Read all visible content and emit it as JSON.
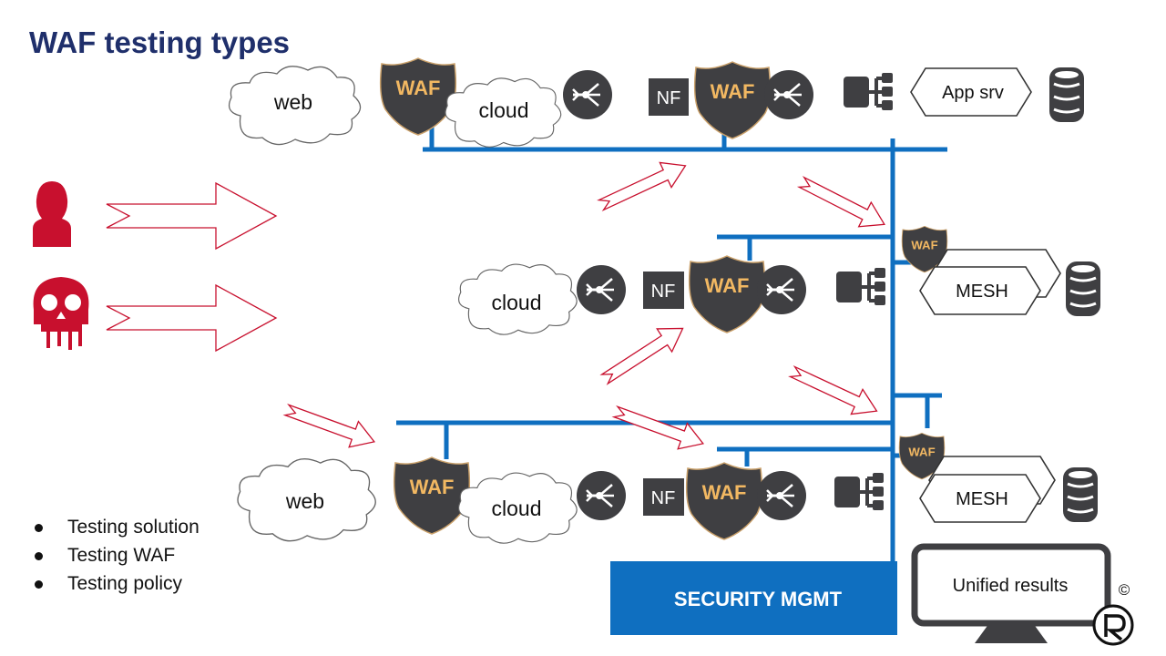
{
  "title": "WAF testing types",
  "labels": {
    "web": "web",
    "cloud": "cloud",
    "waf": "WAF",
    "nf": "NF",
    "app_srv": "App srv",
    "mesh": "MESH",
    "security_mgmt": "SECURITY MGMT",
    "unified_results": "Unified results",
    "copyright": "©"
  },
  "bullets": [
    "Testing solution",
    "Testing WAF",
    "Testing policy"
  ],
  "colors": {
    "title": "#1f2f6b",
    "bus_blue": "#0f6fc0",
    "attacker_red": "#c8102e",
    "arrow_outline": "#c8102e",
    "icon_dark": "#3f3f42",
    "waf_text": "#f2b862"
  }
}
